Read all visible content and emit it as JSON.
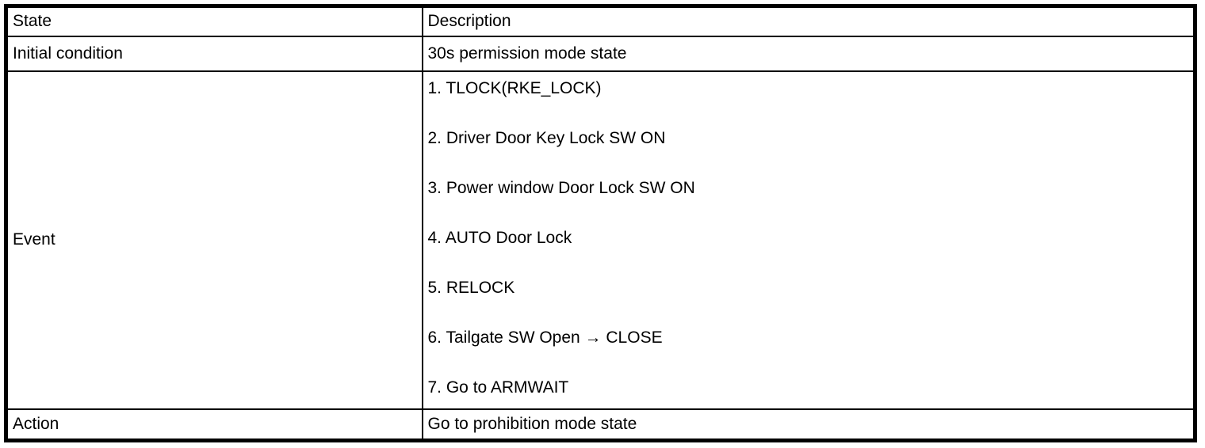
{
  "table": {
    "colors": {
      "border": "#000000",
      "background": "#ffffff",
      "text": "#000000"
    },
    "header": {
      "state": "State",
      "description": "Description"
    },
    "rows": [
      {
        "state": "Initial condition",
        "description": "30s permission mode state"
      },
      {
        "state": "Event",
        "items": [
          "1. TLOCK(RKE_LOCK)",
          "2. Driver Door Key Lock SW ON",
          "3. Power window Door Lock SW ON",
          "4. AUTO Door Lock",
          "5. RELOCK",
          "6. Tailgate SW Open → CLOSE",
          "7. Go to ARMWAIT"
        ]
      },
      {
        "state": "Action",
        "description": "Go to prohibition mode state"
      }
    ]
  }
}
